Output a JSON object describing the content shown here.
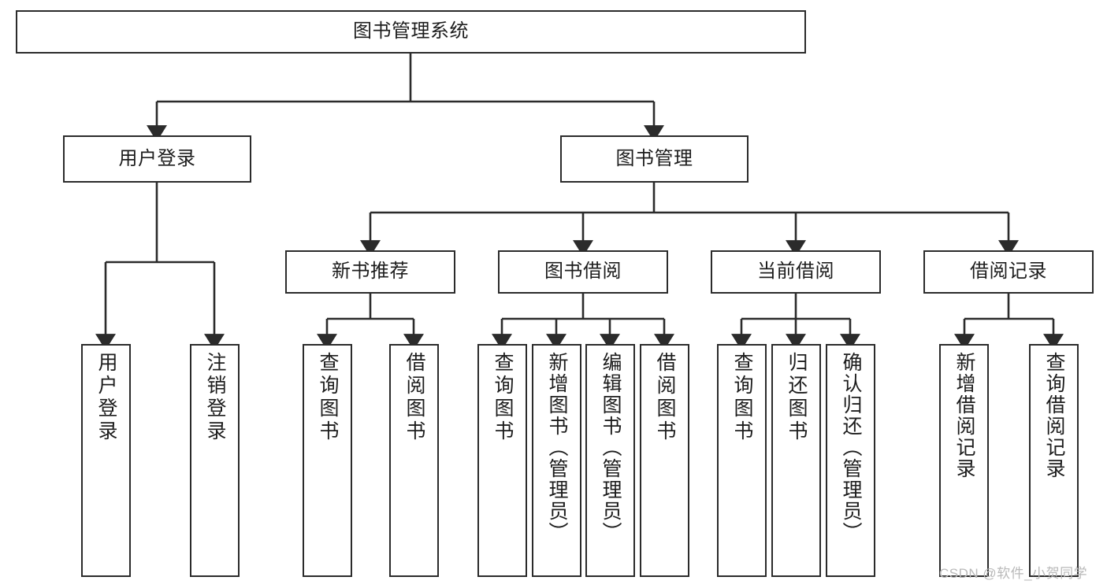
{
  "diagram": {
    "type": "tree",
    "title": "图书管理系统",
    "root": {
      "id": "root",
      "label": "图书管理系统",
      "orientation": "horizontal"
    },
    "level2": [
      {
        "id": "user-login",
        "label": "用户登录",
        "orientation": "horizontal"
      },
      {
        "id": "book-manage",
        "label": "图书管理",
        "orientation": "horizontal"
      }
    ],
    "level3": [
      {
        "id": "new-book-recommend",
        "label": "新书推荐",
        "orientation": "horizontal",
        "parent": "book-manage"
      },
      {
        "id": "book-borrow",
        "label": "图书借阅",
        "orientation": "horizontal",
        "parent": "book-manage"
      },
      {
        "id": "current-borrow",
        "label": "当前借阅",
        "orientation": "horizontal",
        "parent": "book-manage"
      },
      {
        "id": "borrow-record",
        "label": "借阅记录",
        "orientation": "horizontal",
        "parent": "book-manage"
      }
    ],
    "leaves": [
      {
        "id": "leaf-user-login",
        "label": "用户登录",
        "parent": "user-login"
      },
      {
        "id": "leaf-logout-login",
        "label": "注销登录",
        "parent": "user-login"
      },
      {
        "id": "leaf-query-book-1",
        "label": "查询图书",
        "parent": "new-book-recommend"
      },
      {
        "id": "leaf-borrow-book-1",
        "label": "借阅图书",
        "parent": "new-book-recommend"
      },
      {
        "id": "leaf-query-book-2",
        "label": "查询图书",
        "parent": "book-borrow"
      },
      {
        "id": "leaf-add-book",
        "label": "新增图书（管理员）",
        "parent": "book-borrow"
      },
      {
        "id": "leaf-edit-book",
        "label": "编辑图书（管理员）",
        "parent": "book-borrow"
      },
      {
        "id": "leaf-borrow-book-2",
        "label": "借阅图书",
        "parent": "book-borrow"
      },
      {
        "id": "leaf-query-book-3",
        "label": "查询图书",
        "parent": "current-borrow"
      },
      {
        "id": "leaf-return-book",
        "label": "归还图书",
        "parent": "current-borrow"
      },
      {
        "id": "leaf-confirm-return",
        "label": "确认归还（管理员）",
        "parent": "current-borrow"
      },
      {
        "id": "leaf-add-record",
        "label": "新增借阅记录",
        "parent": "borrow-record"
      },
      {
        "id": "leaf-query-record",
        "label": "查询借阅记录",
        "parent": "borrow-record"
      }
    ]
  },
  "watermark": {
    "text": "CSDN @软件_小贺同学"
  },
  "colors": {
    "border": "#2b2b2b",
    "text": "#1d1d1d",
    "background": "#ffffff",
    "watermark": "#b9b9b9"
  }
}
